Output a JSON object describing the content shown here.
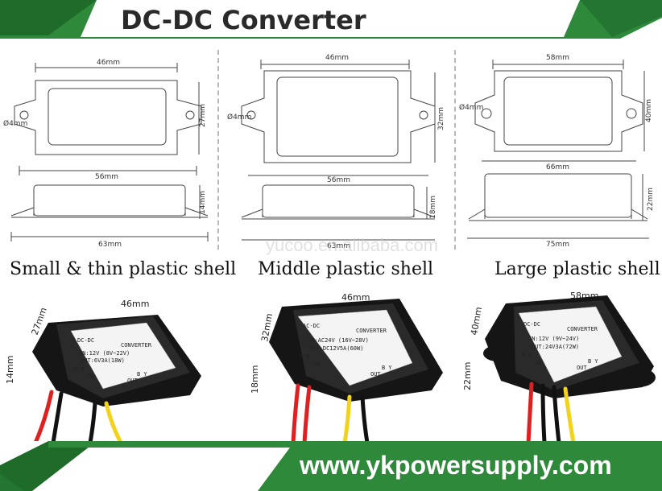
{
  "header": {
    "title": "DC-DC Converter"
  },
  "panels": [
    {
      "label": "Small & thin plastic shell",
      "top_width": "46mm",
      "height": "27mm",
      "hole": "Ø4mm",
      "flange_width": "56mm",
      "side_height": "14mm",
      "total_width": "63mm",
      "photo": {
        "width": "46mm",
        "depth": "27mm",
        "height": "14mm",
        "sticker_title": "DC-DC",
        "sticker_sub": "CONVERTER",
        "input": "IN:12V (8V~22V)",
        "output": "OUT:6V3A(18W)",
        "in_pins": "R B",
        "out_pins": "B Y",
        "in_label": "IN",
        "out_label": "OUT"
      }
    },
    {
      "label": "Middle plastic shell",
      "top_width": "46mm",
      "height": "32mm",
      "hole": "Ø4mm",
      "flange_width": "56mm",
      "side_height": "18mm",
      "total_width": "63mm",
      "photo": {
        "width": "46mm",
        "depth": "32mm",
        "height": "18mm",
        "sticker_title": "AC-DC",
        "sticker_sub": "CONVERTER",
        "input": "IN:AC24V (16V~28V)",
        "output": "OUT:DC12V5A(60W)",
        "in_pins": "R B",
        "out_pins": "B Y",
        "in_label": "IN",
        "out_label": "OUT"
      }
    },
    {
      "label": "Large plastic shell",
      "top_width": "58mm",
      "height": "40mm",
      "hole": "Ø4mm",
      "flange_width": "66mm",
      "side_height": "22mm",
      "total_width": "75mm",
      "photo": {
        "width": "58mm",
        "depth": "40mm",
        "height": "22mm",
        "sticker_title": "DC-DC",
        "sticker_sub": "CONVERTER",
        "input": "IN:12V (9V~24V)",
        "output": "OUT:24V3A(72W)",
        "in_pins": "R B",
        "out_pins": "B Y",
        "in_label": "IN",
        "out_label": "OUT"
      }
    }
  ],
  "watermark": "yucoo.en.alibaba.com",
  "footer": {
    "url": "www.ykpowersupply.com"
  },
  "colors": {
    "brand_green": "#2e8a3a",
    "dark_green": "#1e6b2a",
    "wire_red": "#e02020",
    "wire_yellow": "#f2d21b",
    "wire_black": "#111111"
  }
}
